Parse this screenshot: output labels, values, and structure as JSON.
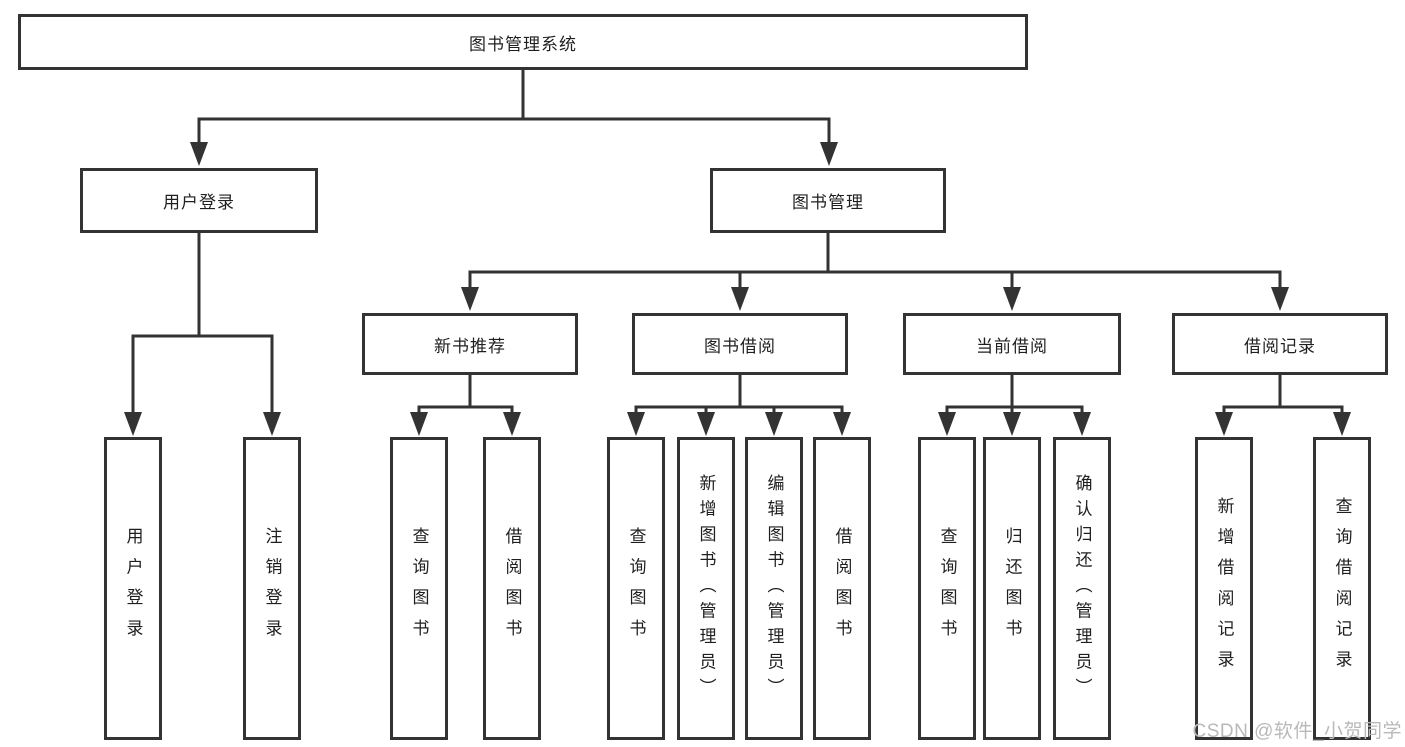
{
  "diagram": {
    "type": "hierarchy-tree",
    "colors": {
      "line": "#333333",
      "box_border": "#333333",
      "text": "#1f1f1f",
      "background": "#ffffff",
      "watermark": "#b9b9b9"
    },
    "nodes": {
      "root": {
        "label": "图书管理系统"
      },
      "user_login": {
        "label": "用户登录"
      },
      "book_management": {
        "label": "图书管理"
      },
      "new_book_recommend": {
        "label": "新书推荐"
      },
      "book_borrowing": {
        "label": "图书借阅"
      },
      "current_borrowing": {
        "label": "当前借阅"
      },
      "borrowing_records": {
        "label": "借阅记录"
      },
      "leaf_user_login": {
        "label": "用户登录"
      },
      "leaf_logout": {
        "label": "注销登录"
      },
      "leaf_query_books_recommend": {
        "label": "查询图书"
      },
      "leaf_borrow_books_recommend": {
        "label": "借阅图书"
      },
      "leaf_query_books_borrowing": {
        "label": "查询图书"
      },
      "leaf_add_books_admin": {
        "label": "新增图书（管理员）"
      },
      "leaf_edit_books_admin": {
        "label": "编辑图书（管理员）"
      },
      "leaf_borrow_books_borrowing": {
        "label": "借阅图书"
      },
      "leaf_query_books_current": {
        "label": "查询图书"
      },
      "leaf_return_books": {
        "label": "归还图书"
      },
      "leaf_confirm_return_admin": {
        "label": "确认归还（管理员）"
      },
      "leaf_add_borrow_record": {
        "label": "新增借阅记录"
      },
      "leaf_query_borrow_record": {
        "label": "查询借阅记录"
      }
    },
    "structure": {
      "图书管理系统": {
        "用户登录": [
          "用户登录",
          "注销登录"
        ],
        "图书管理": {
          "新书推荐": [
            "查询图书",
            "借阅图书"
          ],
          "图书借阅": [
            "查询图书",
            "新增图书（管理员）",
            "编辑图书（管理员）",
            "借阅图书"
          ],
          "当前借阅": [
            "查询图书",
            "归还图书",
            "确认归还（管理员）"
          ],
          "借阅记录": [
            "新增借阅记录",
            "查询借阅记录"
          ]
        }
      }
    }
  },
  "watermark": {
    "text": "CSDN @软件_小贺同学"
  }
}
